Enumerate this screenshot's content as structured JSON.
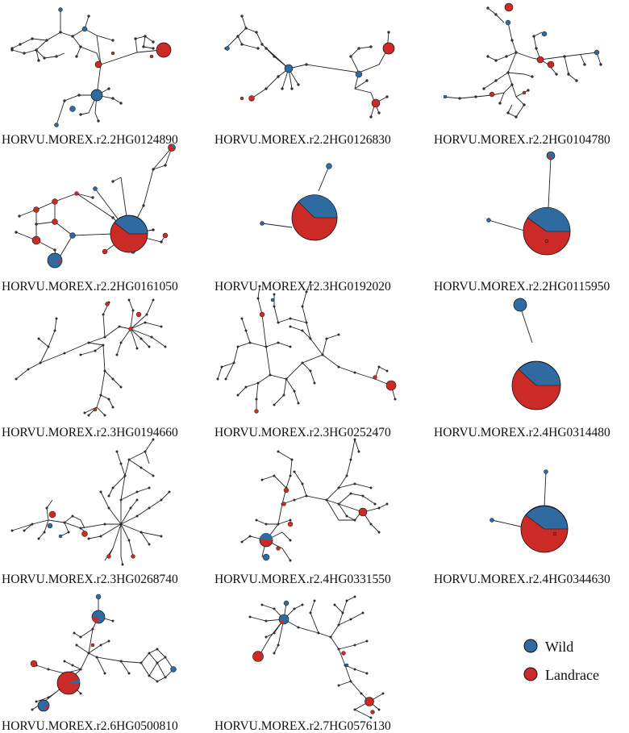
{
  "colors": {
    "wild": "#2f6aa0",
    "landrace": "#cc2a26",
    "edge": "#222222",
    "outline": "#111111"
  },
  "legend": [
    {
      "name": "Wild",
      "color": "#2f6aa0"
    },
    {
      "name": "Landrace",
      "color": "#cc2a26"
    }
  ],
  "networks": [
    {
      "label": "HORVU.MOREX.r2.2HG0124890"
    },
    {
      "label": "HORVU.MOREX.r2.2HG0126830"
    },
    {
      "label": "HORVU.MOREX.r2.2HG0104780"
    },
    {
      "label": "HORVU.MOREX.r2.2HG0161050"
    },
    {
      "label": "HORVU.MOREX.r2.3HG0192020"
    },
    {
      "label": "HORVU.MOREX.r2.2HG0115950"
    },
    {
      "label": "HORVU.MOREX.r2.3HG0194660"
    },
    {
      "label": "HORVU.MOREX.r2.3HG0252470"
    },
    {
      "label": "HORVU.MOREX.r2.4HG0314480"
    },
    {
      "label": "HORVU.MOREX.r2.3HG0268740"
    },
    {
      "label": "HORVU.MOREX.r2.4HG0331550"
    },
    {
      "label": "HORVU.MOREX.r2.4HG0344630"
    },
    {
      "label": "HORVU.MOREX.r2.6HG0500810"
    },
    {
      "label": "HORVU.MOREX.r2.7HG0576130"
    }
  ]
}
